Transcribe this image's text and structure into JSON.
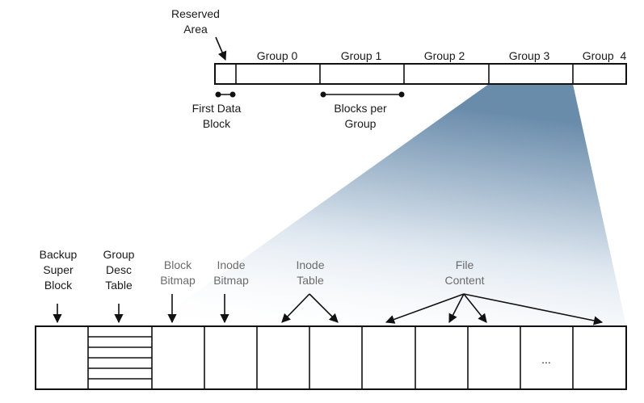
{
  "layout_labels": {
    "reserved_area": [
      "Reserved",
      "Area"
    ],
    "first_data_block": [
      "First Data",
      "Block"
    ],
    "blocks_per_group": [
      "Blocks per",
      "Group"
    ]
  },
  "groups": [
    "Group 0",
    "Group 1",
    "Group 2",
    "Group 3",
    "Group  4"
  ],
  "group_detail": {
    "backup_super_block": [
      "Backup",
      "Super",
      "Block"
    ],
    "group_desc_table": [
      "Group",
      "Desc",
      "Table"
    ],
    "block_bitmap": [
      "Block",
      "Bitmap"
    ],
    "inode_bitmap": [
      "Inode",
      "Bitmap"
    ],
    "inode_table": [
      "Inode",
      "Table"
    ],
    "file_content": [
      "File",
      "Content"
    ],
    "ellipsis": "..."
  },
  "colors": {
    "stroke": "#111111",
    "gradient_start": "#ffffff",
    "gradient_end": "#6a8cab",
    "grey_text": "#6b6b6b"
  }
}
